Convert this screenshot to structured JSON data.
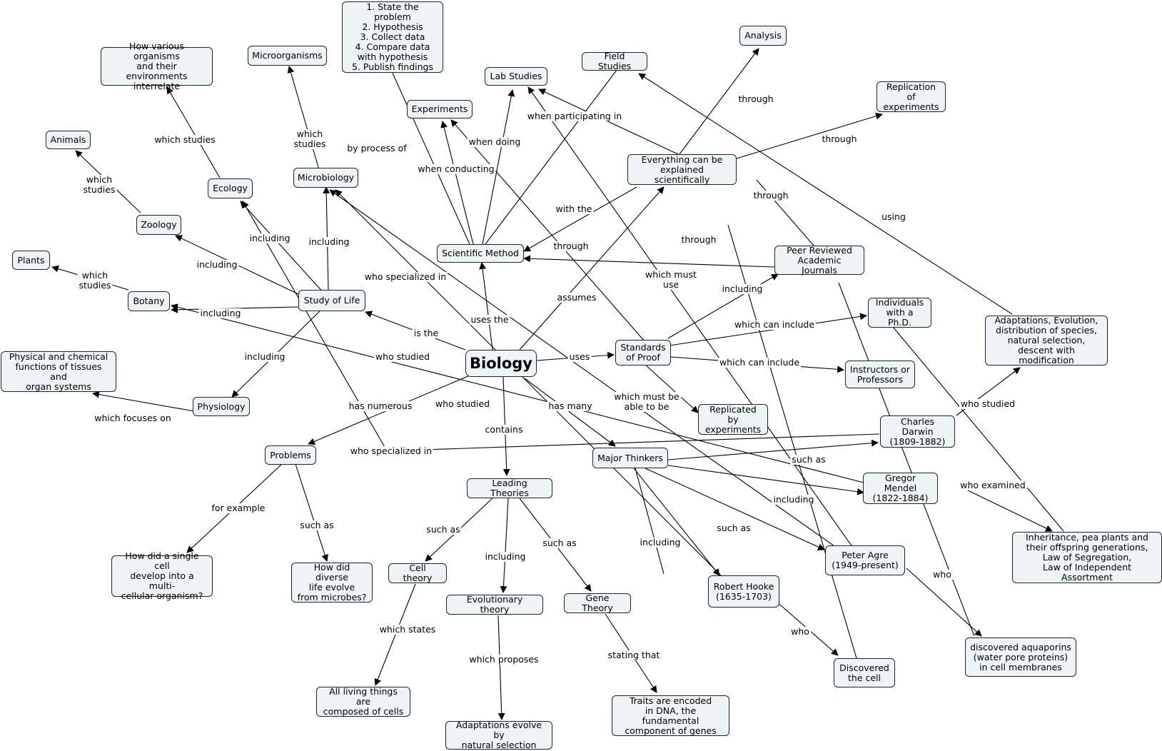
{
  "nodes": {
    "biology": "Biology",
    "scientific_method": "Scientific Method",
    "study_of_life": "Study of Life",
    "standards_of_proof": "Standards\nof Proof",
    "major_thinkers": "Major Thinkers",
    "leading_theories": "Leading Theories",
    "problems": "Problems",
    "everything_explained": "Everything can be\nexplained scientifically",
    "steps": "1. State the problem\n2. Hypothesis\n3. Collect data\n4. Compare data\nwith hypothesis\n5. Publish findings",
    "experiments": "Experiments",
    "lab_studies": "Lab Studies",
    "field_studies": "Field Studies",
    "analysis": "Analysis",
    "replication_of_experiments": "Replication of\nexperiments",
    "microorganisms": "Microorganisms",
    "microbiology": "Microbiology",
    "interrelate": "How various organisms\nand their environments\ninterrelate",
    "ecology": "Ecology",
    "animals": "Animals",
    "zoology": "Zoology",
    "plants": "Plants",
    "botany": "Botany",
    "physiology": "Physiology",
    "tissues": "Physical and chemical\nfunctions of tissues and\norgan systems",
    "peer_reviewed": "Peer Reviewed\nAcademic Journals",
    "phd": "Individuals\nwith a Ph.D.",
    "instructors": "Instructors or\nProfessors",
    "replicated": "Replicated by\nexperiments",
    "adaptations_list": "Adaptations, Evolution,\ndistribution of species,\nnatural selection,\ndescent with modification",
    "darwin": "Charles Darwin\n(1809-1882)",
    "mendel": "Gregor Mendel\n(1822-1884)",
    "inheritance": "Inheritance, pea plants and\ntheir offspring generations,\nLaw of Segregation,\nLaw of Independent Assortment",
    "agre": "Peter Agre\n(1949-present)",
    "aquaporins": "discovered aquaporins\n(water pore proteins)\nin cell membranes",
    "hooke": "Robert Hooke\n(1635-1703)",
    "discovered_cell": "Discovered\nthe cell",
    "cell_theory": "Cell theory",
    "all_living": "All living things are\ncomposed of cells",
    "evolutionary_theory": "Evolutionary theory",
    "adaptations_evolve": "Adaptations evolve by\nnatural selection",
    "gene_theory": "Gene Theory",
    "traits": "Traits are encoded\nin DNA, the fundamental\ncomponent of genes",
    "single_cell": "How did a single cell\ndevelop into a multi-\ncellular organism?",
    "diverse_life": "How did diverse\nlife evolve\nfrom microbes?"
  },
  "edge_labels": {
    "uses_the": "uses the",
    "is_the": "is the",
    "uses": "uses",
    "has_many": "has many",
    "contains": "contains",
    "has_numerous": "has numerous",
    "assumes": "assumes",
    "by_process_of": "by process of",
    "when_conducting": "when conducting",
    "when_doing": "when doing",
    "when_participating_in": "when participating in",
    "with_the": "with the",
    "through_analysis": "through",
    "through_replication": "through",
    "through_peer": "through",
    "which_must_use": "which must\nuse",
    "including_micro": "including",
    "including_ecology": "including",
    "including_zoology": "including",
    "including_botany": "including",
    "including_physiology": "including",
    "which_studies_micro": "which\nstudies",
    "which_studies_ecology": "which studies",
    "which_studies_zoology": "which\nstudies",
    "which_studies_botany": "which\nstudies",
    "which_focuses_on": "which focuses on",
    "including_peer": "including",
    "which_can_include_phd": "which can include",
    "which_can_include_instr": "which can include",
    "which_must_be_able": "which must be\nable to be",
    "through_lab": "through",
    "through_cell": "through",
    "using": "using",
    "who_studied_darwin": "who studied",
    "who_studied_mendel": "who studied",
    "who_examined": "who examined",
    "who_agre": "who",
    "who_hooke": "who",
    "who_studied_hooke": "who studied",
    "who_specialized_agre": "who specialized in",
    "who_specialized_darwin": "who specialized in",
    "such_as_darwin": "such as",
    "including_mendel": "including",
    "such_as_agre": "such as",
    "including_hooke": "including",
    "such_as_cell": "such as",
    "including_evo": "including",
    "such_as_gene": "such as",
    "which_states": "which states",
    "which_proposes": "which proposes",
    "stating_that": "stating that",
    "for_example": "for example",
    "such_as_problems": "such as"
  },
  "colors": {
    "node_fill": "#eef3f5",
    "line": "#000000"
  }
}
